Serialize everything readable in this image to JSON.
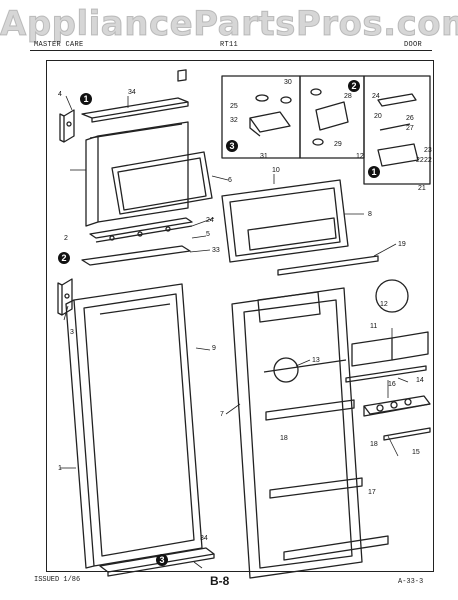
{
  "watermark": "AppliancePartsPros.com",
  "header": {
    "left": "MASTER CARE",
    "center": "RT11",
    "right": "DOOR"
  },
  "footer": {
    "issued": "ISSUED 1/86",
    "page": "B-8",
    "code": "A-33-3"
  },
  "callouts": [
    "1",
    "2",
    "3",
    "4",
    "5",
    "6",
    "7",
    "8",
    "9",
    "10",
    "11",
    "12",
    "13",
    "14",
    "15",
    "16",
    "17",
    "18",
    "19",
    "20",
    "21",
    "22",
    "23",
    "24",
    "25",
    "26",
    "27",
    "28",
    "29",
    "30",
    "31",
    "32",
    "33",
    "34"
  ],
  "detail_markers": [
    "1",
    "2",
    "3"
  ]
}
